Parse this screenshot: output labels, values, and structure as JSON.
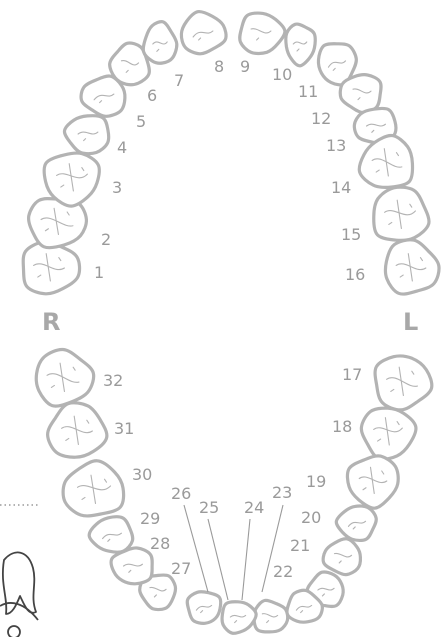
{
  "side_labels": {
    "right": "R",
    "left": "L"
  },
  "upper_teeth": [
    {
      "num": "1"
    },
    {
      "num": "2"
    },
    {
      "num": "3"
    },
    {
      "num": "4"
    },
    {
      "num": "5"
    },
    {
      "num": "6"
    },
    {
      "num": "7"
    },
    {
      "num": "8"
    },
    {
      "num": "9"
    },
    {
      "num": "10"
    },
    {
      "num": "11"
    },
    {
      "num": "12"
    },
    {
      "num": "13"
    },
    {
      "num": "14"
    },
    {
      "num": "15"
    },
    {
      "num": "16"
    }
  ],
  "lower_teeth": [
    {
      "num": "17"
    },
    {
      "num": "18"
    },
    {
      "num": "19"
    },
    {
      "num": "20"
    },
    {
      "num": "21"
    },
    {
      "num": "22"
    },
    {
      "num": "23"
    },
    {
      "num": "24"
    },
    {
      "num": "25"
    },
    {
      "num": "26"
    },
    {
      "num": "27"
    },
    {
      "num": "28"
    },
    {
      "num": "29"
    },
    {
      "num": "30"
    },
    {
      "num": "31"
    },
    {
      "num": "32"
    }
  ],
  "colors": {
    "tooth_outline": "#b3b3b3",
    "number_text": "#9a9a9a",
    "side_text": "#a8a8a8"
  }
}
